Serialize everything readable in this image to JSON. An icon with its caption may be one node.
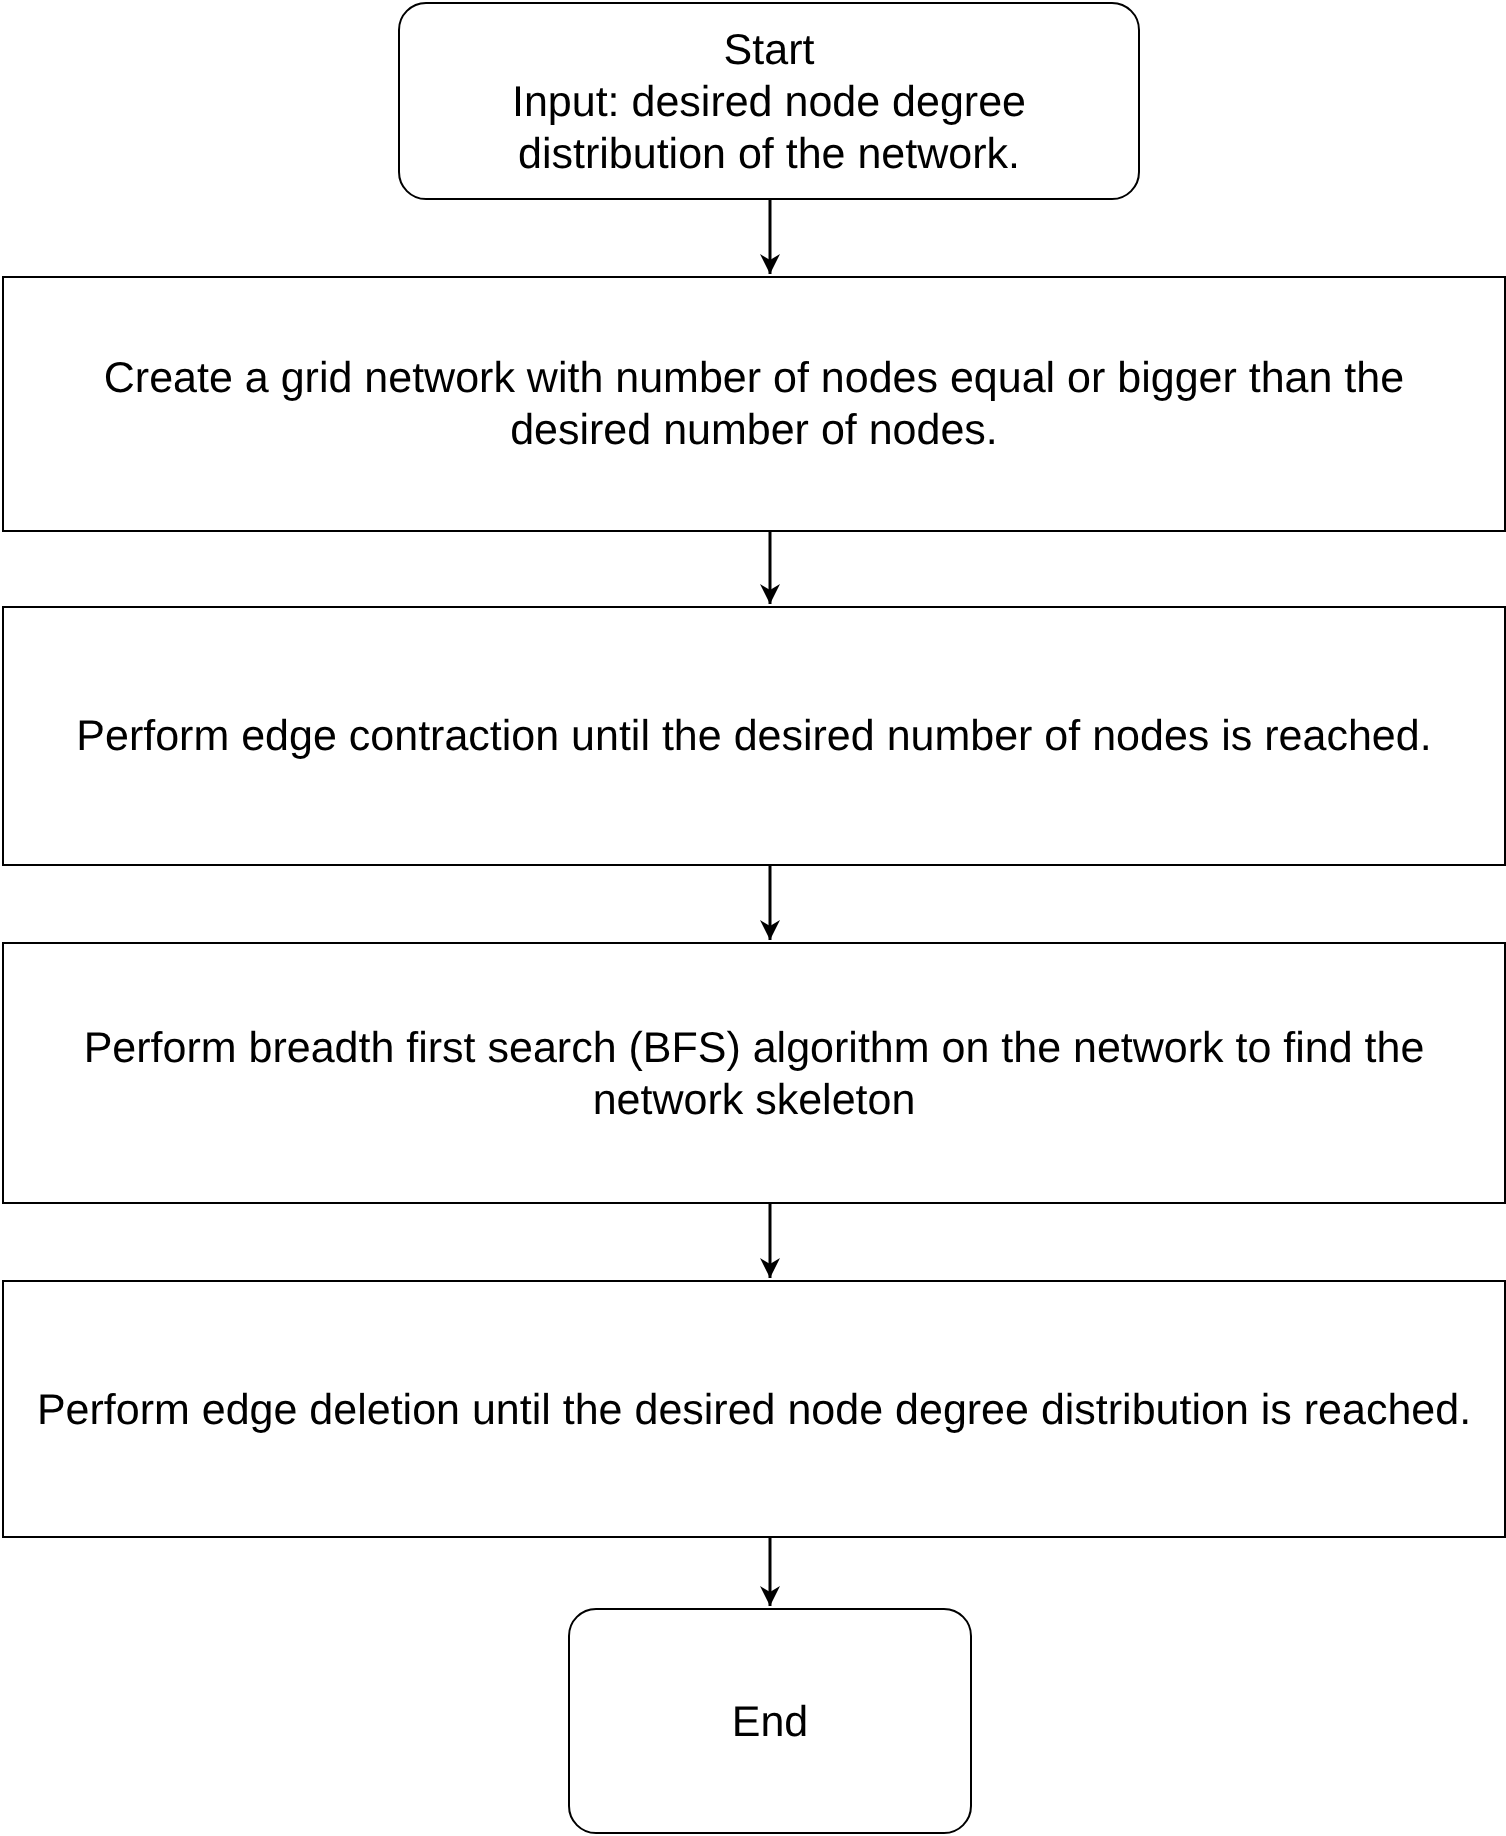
{
  "diagram": {
    "nodes": [
      {
        "text": [
          "Start",
          "Input: desired node degree distribution of the network."
        ]
      },
      {
        "text": [
          "Create a grid network with number of nodes equal or bigger than the desired number of nodes."
        ]
      },
      {
        "text": [
          "Perform edge contraction until the desired number of nodes is reached."
        ]
      },
      {
        "text": [
          "Perform breadth first search (BFS) algorithm on the network to find the network skeleton"
        ]
      },
      {
        "text": [
          "Perform edge deletion until the desired node degree distribution is reached."
        ]
      },
      {
        "text": [
          "End"
        ]
      }
    ],
    "edges": [
      {
        "from": 0,
        "to": 1,
        "arrow": "to"
      },
      {
        "from": 1,
        "to": 2,
        "arrow": "to"
      },
      {
        "from": 2,
        "to": 3,
        "arrow": "to"
      },
      {
        "from": 3,
        "to": 4,
        "arrow": "to"
      },
      {
        "from": 4,
        "to": 5,
        "arrow": "to"
      }
    ]
  }
}
